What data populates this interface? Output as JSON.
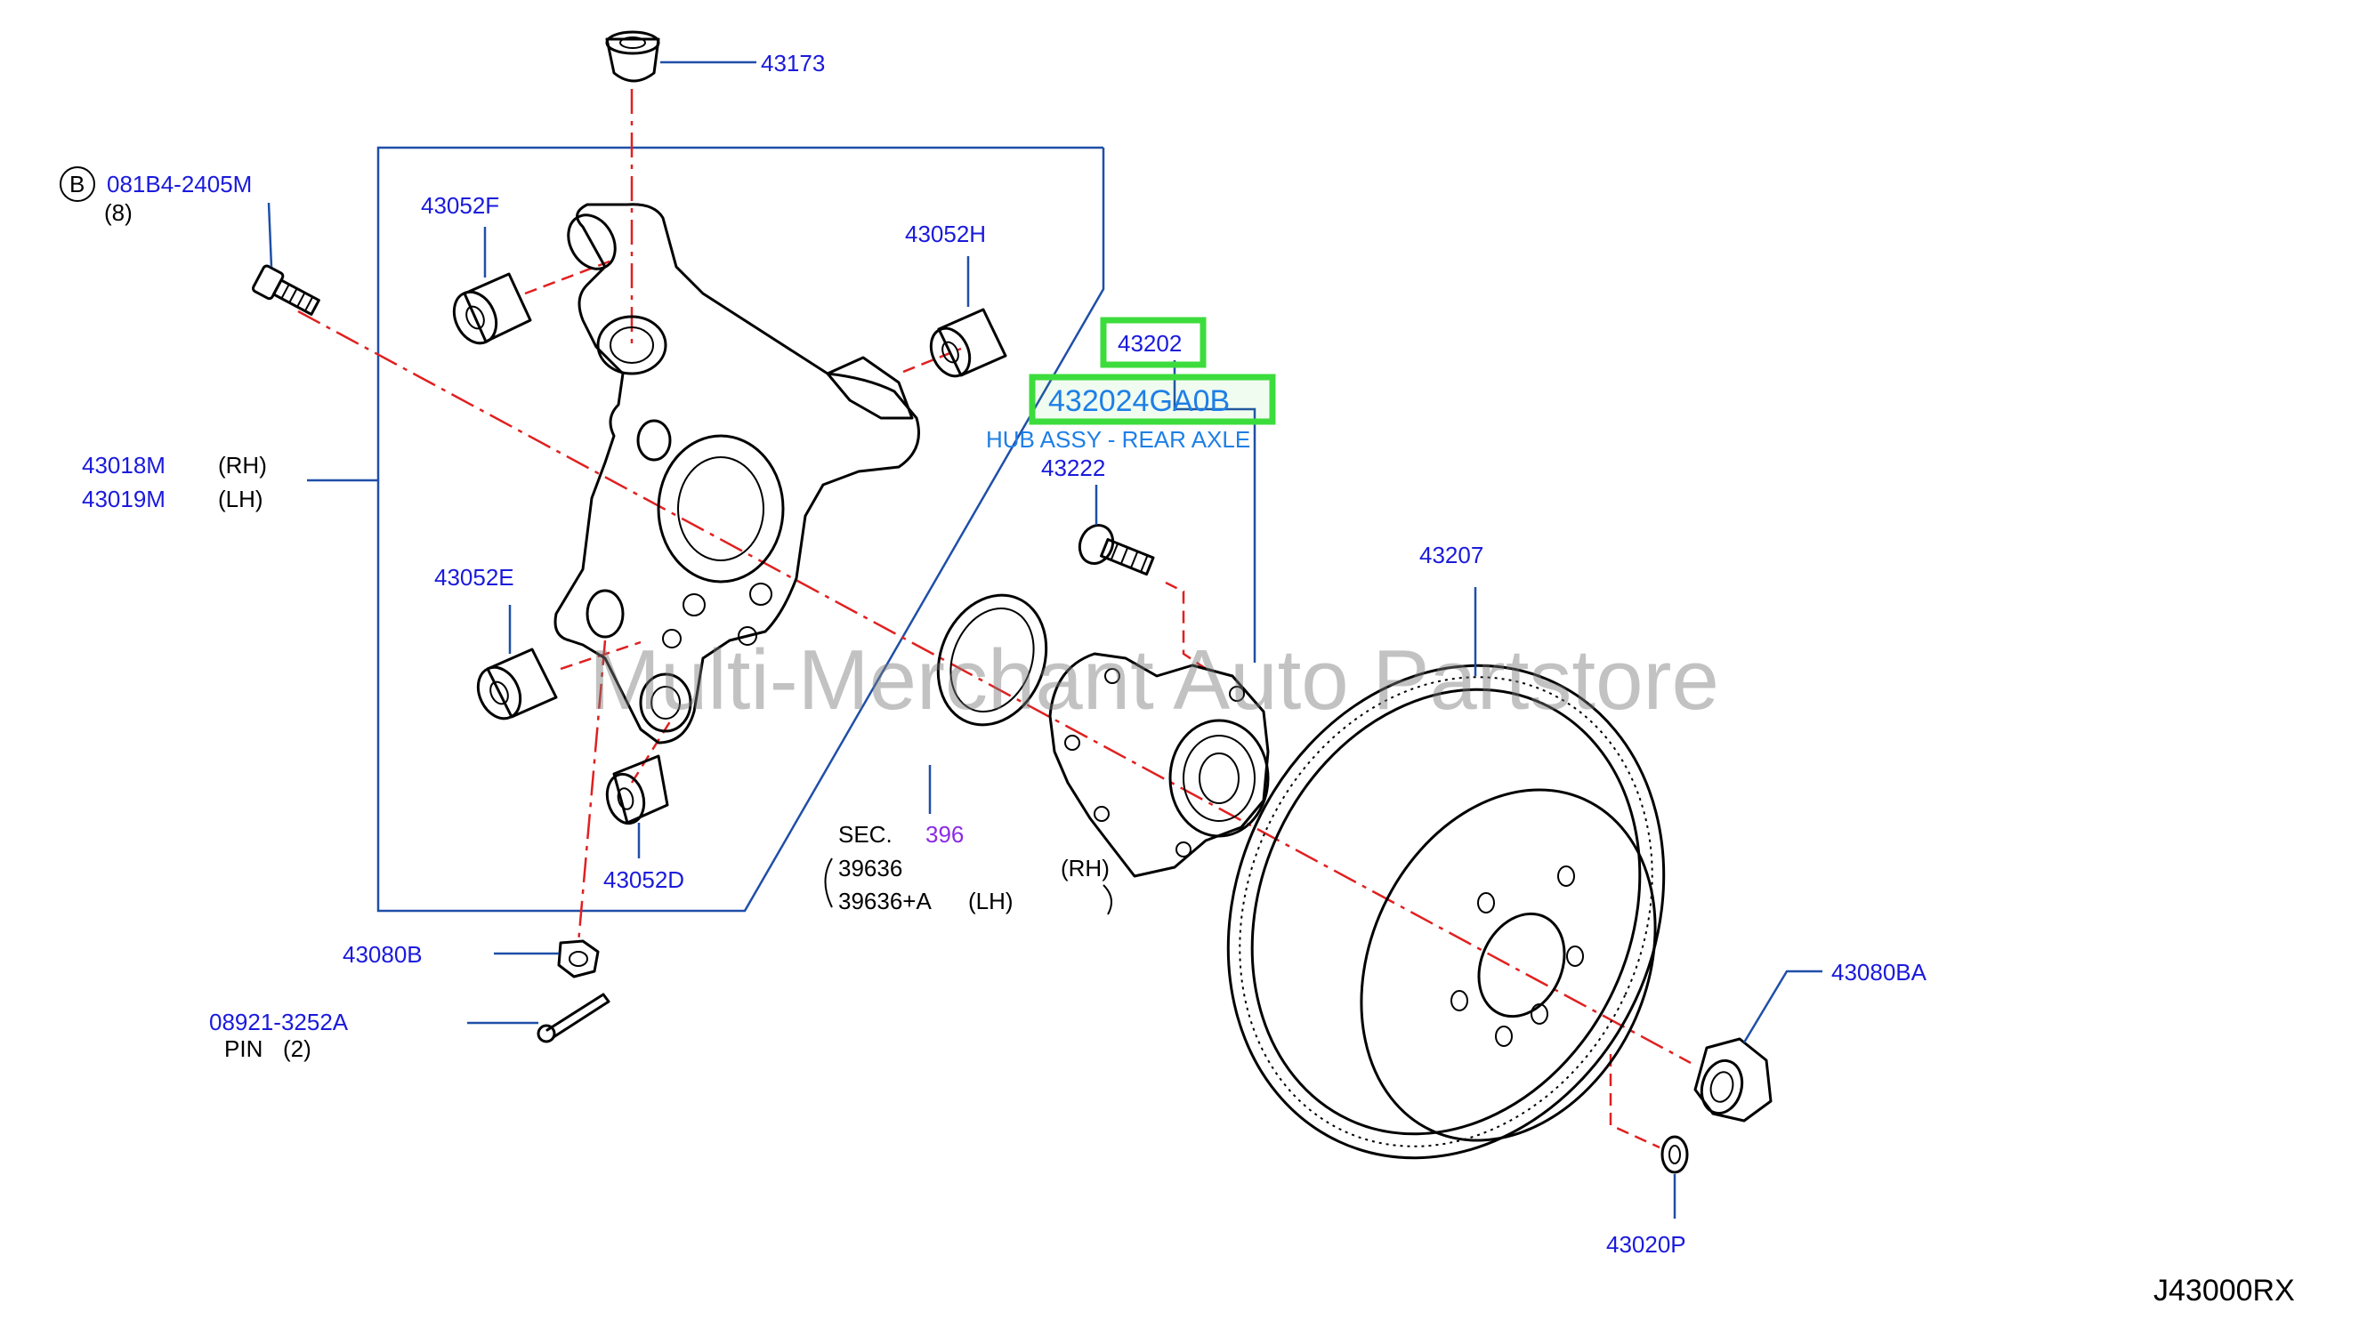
{
  "labels": {
    "p43173": "43173",
    "b_marker": "B",
    "p081b4": "081B4-2405M",
    "p081b4_qty": "(8)",
    "p43052f": "43052F",
    "p43052h": "43052H",
    "p43202": "43202",
    "p432024ga0b": "432024GA0B",
    "hub_desc": "HUB ASSY - REAR AXLE",
    "p43222": "43222",
    "p43018m": "43018M",
    "rh1": "(RH)",
    "p43019m": "43019M",
    "lh1": "(LH)",
    "p43207": "43207",
    "p43052e": "43052E",
    "watermark": "Multi-Merchant Auto Partstore",
    "sec": "SEC.",
    "sec_num": "396",
    "p39636": "39636",
    "rh2": "(RH)",
    "p39636a": "39636+A",
    "lh2": "(LH)",
    "p43052d": "43052D",
    "p43080b": "43080B",
    "p08921": "08921-3252A",
    "pin": "PIN",
    "pin_qty": "(2)",
    "p43080ba": "43080BA",
    "p43020p": "43020P",
    "diagram_code": "J43000RX"
  },
  "colors": {
    "label_blue": "#1a1adc",
    "highlight_green": "#3ddc3d",
    "center_line_red": "#e02020",
    "leader_blue": "#1f4fa8",
    "sec_purple": "#8a2be2"
  }
}
